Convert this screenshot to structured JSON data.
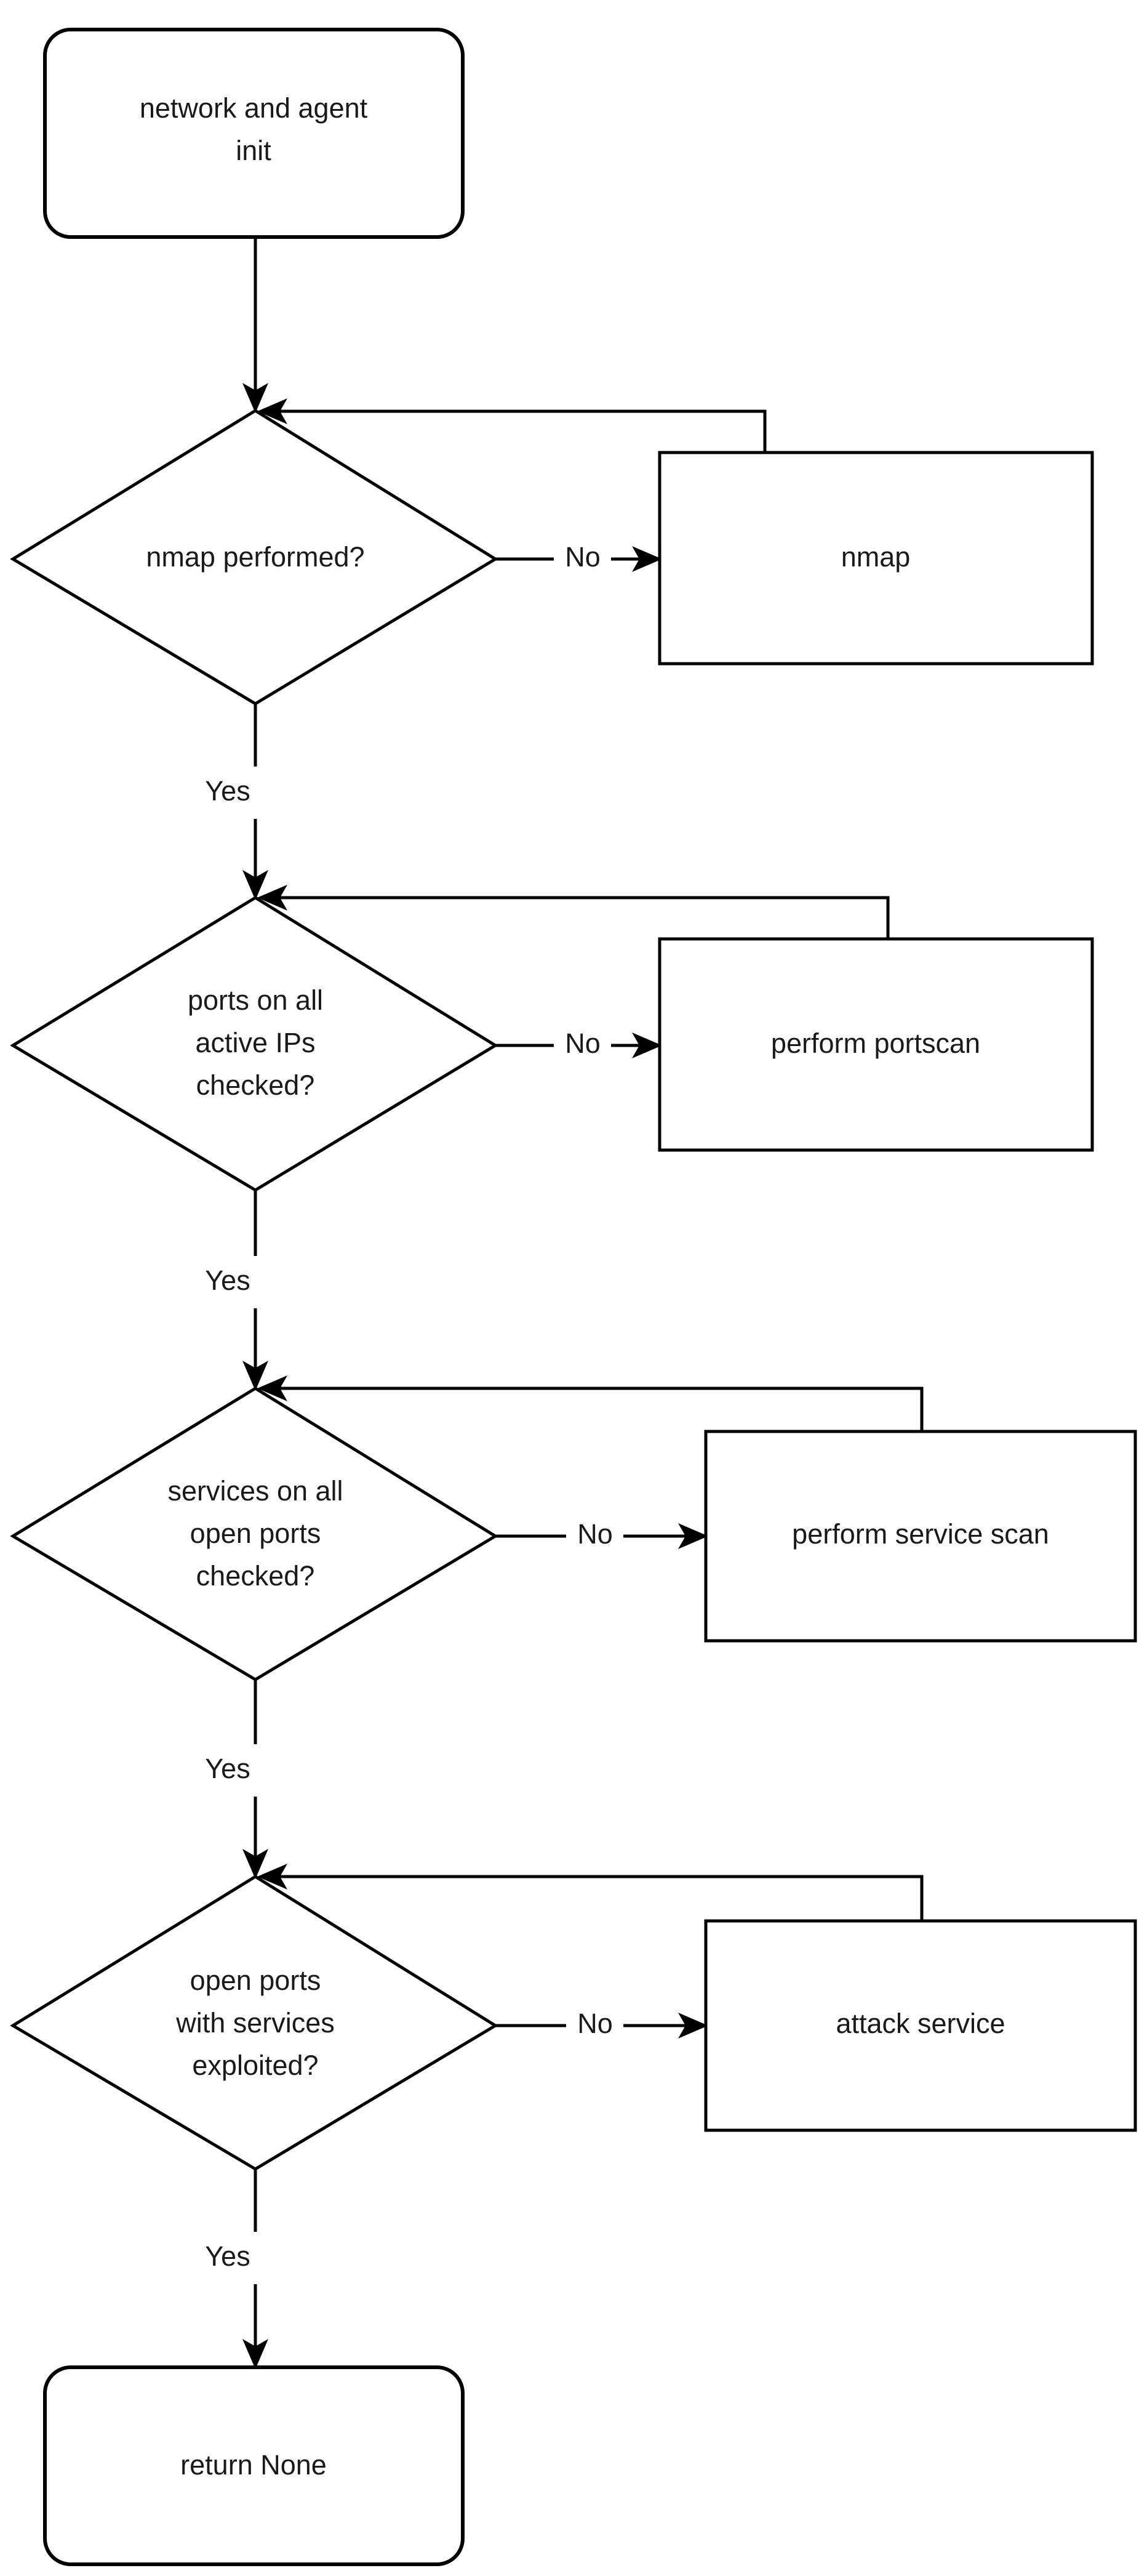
{
  "diagram": {
    "kind": "flowchart",
    "orientation": "top-to-bottom",
    "background_color": "#ffffff",
    "stroke_color": "#000000",
    "text_color": "#1a1a1a",
    "nodes": [
      {
        "id": "start",
        "shape": "rounded-rectangle",
        "label": "network and agent init",
        "line1": "network and agent",
        "line2": "init"
      },
      {
        "id": "nmap_check",
        "shape": "diamond",
        "label": "nmap performed?",
        "line1": "nmap performed?",
        "line2": "",
        "line3": ""
      },
      {
        "id": "nmap_action",
        "shape": "rectangle",
        "label": "nmap"
      },
      {
        "id": "ports_check",
        "shape": "diamond",
        "label": "ports on all active IPs checked?",
        "line1": "ports on all",
        "line2": "active IPs",
        "line3": "checked?"
      },
      {
        "id": "portscan",
        "shape": "rectangle",
        "label": "perform portscan"
      },
      {
        "id": "services_check",
        "shape": "diamond",
        "label": "services on all open ports checked?",
        "line1": "services on all",
        "line2": "open ports",
        "line3": "checked?"
      },
      {
        "id": "service_scan",
        "shape": "rectangle",
        "label": "perform service scan"
      },
      {
        "id": "exploit_check",
        "shape": "diamond",
        "label": "open ports with services exploited?",
        "line1": "open ports",
        "line2": "with services",
        "line3": "exploited?"
      },
      {
        "id": "attack",
        "shape": "rectangle",
        "label": "attack service"
      },
      {
        "id": "end",
        "shape": "rounded-rectangle",
        "label": "return None"
      }
    ],
    "edges": [
      {
        "from": "start",
        "to": "nmap_check",
        "label": ""
      },
      {
        "from": "nmap_check",
        "to": "nmap_action",
        "label": "No"
      },
      {
        "from": "nmap_action",
        "to": "nmap_check",
        "label": ""
      },
      {
        "from": "nmap_check",
        "to": "ports_check",
        "label": "Yes"
      },
      {
        "from": "ports_check",
        "to": "portscan",
        "label": "No"
      },
      {
        "from": "portscan",
        "to": "ports_check",
        "label": ""
      },
      {
        "from": "ports_check",
        "to": "services_check",
        "label": "Yes"
      },
      {
        "from": "services_check",
        "to": "service_scan",
        "label": "No"
      },
      {
        "from": "service_scan",
        "to": "services_check",
        "label": ""
      },
      {
        "from": "services_check",
        "to": "exploit_check",
        "label": "Yes"
      },
      {
        "from": "exploit_check",
        "to": "attack",
        "label": "No"
      },
      {
        "from": "attack",
        "to": "exploit_check",
        "label": ""
      },
      {
        "from": "exploit_check",
        "to": "end",
        "label": "Yes"
      }
    ],
    "labels": {
      "no_1": "No",
      "no_2": "No",
      "no_3": "No",
      "no_4": "No",
      "yes_1": "Yes",
      "yes_2": "Yes",
      "yes_3": "Yes",
      "yes_4": "Yes"
    },
    "text": {
      "start_line1": "network and agent",
      "start_line2": "init",
      "d1_line1": "nmap performed?",
      "nmap_box": "nmap",
      "d2_line1": "ports on all",
      "d2_line2": "active IPs",
      "d2_line3": "checked?",
      "portscan_box": "perform portscan",
      "d3_line1": "services on all",
      "d3_line2": "open ports",
      "d3_line3": "checked?",
      "servicescan_box": "perform service scan",
      "d4_line1": "open ports",
      "d4_line2": "with services",
      "d4_line3": "exploited?",
      "attack_box": "attack service",
      "end_box": "return None"
    }
  }
}
